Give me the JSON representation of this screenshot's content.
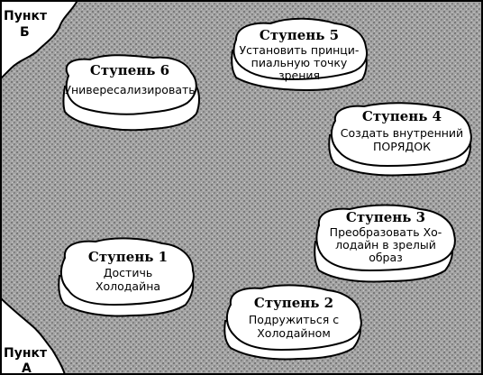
{
  "corners": {
    "top_left": [
      "Пункт",
      "Б"
    ],
    "bottom_left": [
      "Пункт",
      "А"
    ]
  },
  "steps": [
    {
      "title": "Ступень 1",
      "lines": [
        "Достичь",
        "Холодайна"
      ]
    },
    {
      "title": "Ступень 2",
      "lines": [
        "Подружиться с",
        "Холодайном"
      ]
    },
    {
      "title": "Ступень 3",
      "lines": [
        "Преобразовать Хо-",
        "лодайн в зрелый",
        "образ"
      ]
    },
    {
      "title": "Ступень 4",
      "lines": [
        "Создать внутренний",
        "ПОРЯДОК"
      ]
    },
    {
      "title": "Ступень 5",
      "lines": [
        "Установить принци-",
        "пиальную точку",
        "зрения"
      ]
    },
    {
      "title": "Ступень 6",
      "lines": [
        "Универесализировать"
      ]
    }
  ],
  "colors": {
    "water": "#8f8f8f",
    "land": "#ffffff",
    "outline": "#000000"
  }
}
